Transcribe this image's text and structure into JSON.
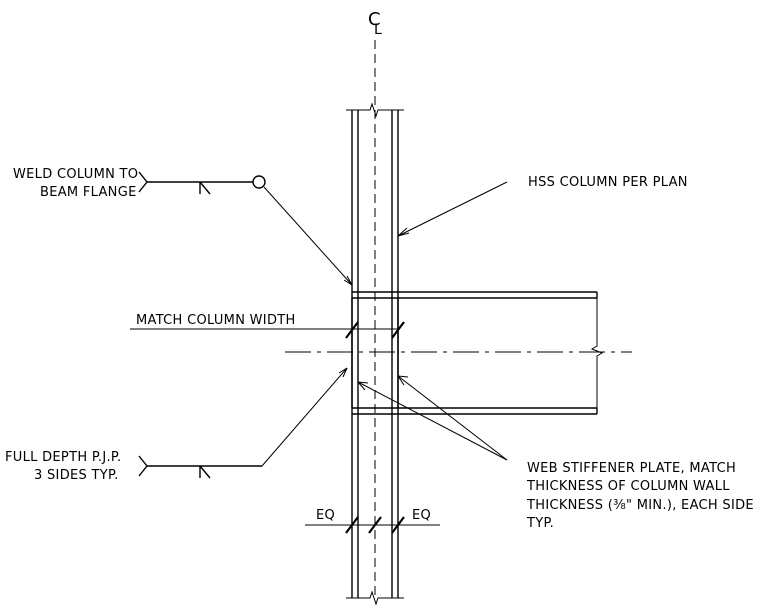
{
  "centerline_symbol": {
    "letter_top": "C",
    "letter_bottom": "L"
  },
  "callouts": {
    "weld_column": [
      "WELD COLUMN TO",
      "BEAM FLANGE"
    ],
    "hss_column": "HSS COLUMN PER PLAN",
    "match_width": "MATCH COLUMN WIDTH",
    "full_depth_pjp": [
      "FULL DEPTH P.J.P.",
      "3 SIDES TYP."
    ],
    "web_stiffener": [
      "WEB STIFFENER PLATE, MATCH",
      "THICKNESS OF COLUMN WALL",
      "THICKNESS (⅜\" MIN.), EACH SIDE",
      "TYP."
    ],
    "eq_left": "EQ",
    "eq_right": "EQ"
  }
}
